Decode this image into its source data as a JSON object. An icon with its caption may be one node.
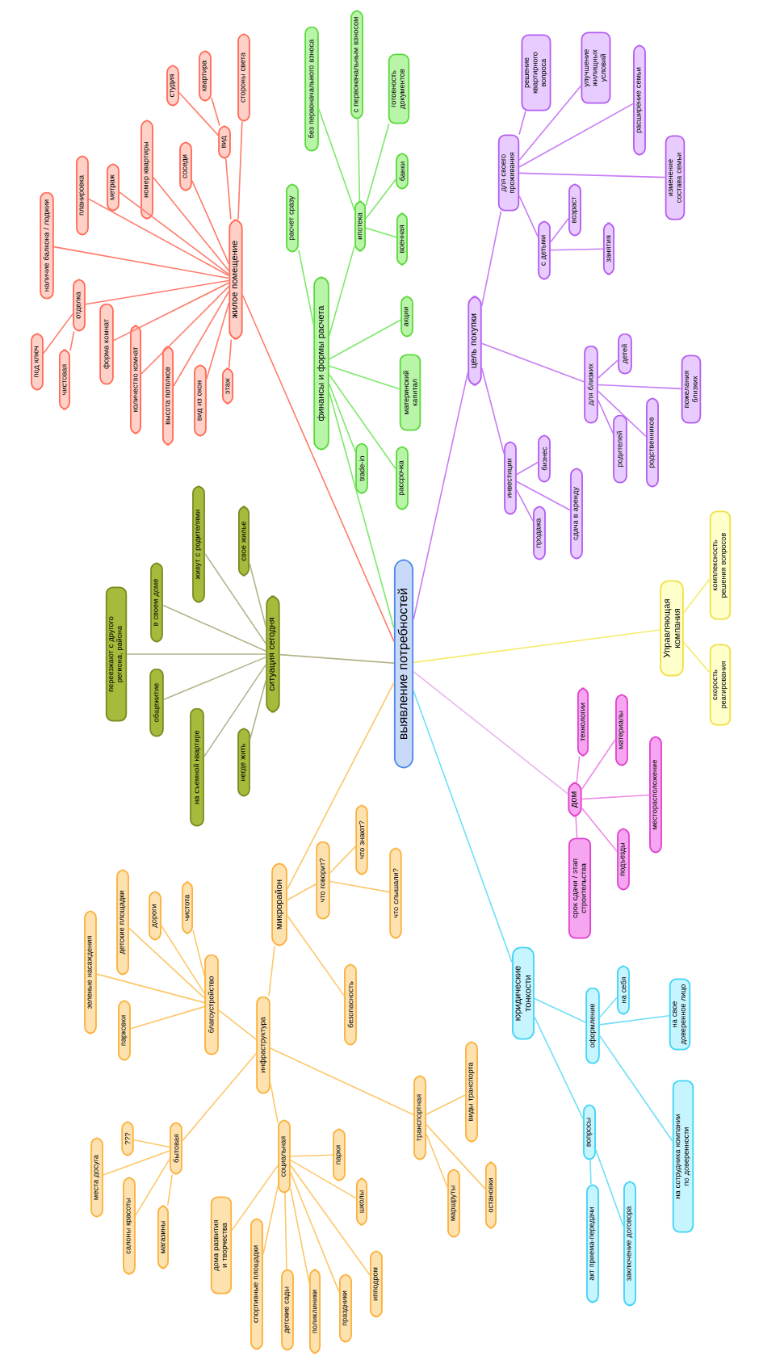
{
  "diagram": {
    "nodes": [
      {
        "text": [
          "выявление потребностей"
        ]
      },
      {
        "text": [
          "жилое помещение"
        ]
      },
      {
        "text": [
          "вид"
        ]
      },
      {
        "text": [
          "студия"
        ]
      },
      {
        "text": [
          "квартира"
        ]
      },
      {
        "text": [
          "стороны света"
        ]
      },
      {
        "text": [
          "соседи"
        ]
      },
      {
        "text": [
          "номер квартиры"
        ]
      },
      {
        "text": [
          "метраж"
        ]
      },
      {
        "text": [
          "планировка"
        ]
      },
      {
        "text": [
          "наличие балкона / лоджии"
        ]
      },
      {
        "text": [
          "отделка"
        ]
      },
      {
        "text": [
          "под ключ"
        ]
      },
      {
        "text": [
          "чистовая"
        ]
      },
      {
        "text": [
          "форма комнат"
        ]
      },
      {
        "text": [
          "количество комнат"
        ]
      },
      {
        "text": [
          "высота потолков"
        ]
      },
      {
        "text": [
          "вид из окон"
        ]
      },
      {
        "text": [
          "этаж"
        ]
      },
      {
        "text": [
          "финансы и формы расчета"
        ]
      },
      {
        "text": [
          "расчет сразу"
        ]
      },
      {
        "text": [
          "ипотека"
        ]
      },
      {
        "text": [
          "без первоначального взноса"
        ]
      },
      {
        "text": [
          "с первоначальным взносом"
        ]
      },
      {
        "text": [
          "готовность документов"
        ]
      },
      {
        "text": [
          "банки"
        ]
      },
      {
        "text": [
          "военная"
        ]
      },
      {
        "text": [
          "акции"
        ]
      },
      {
        "text": [
          "материнский капитал"
        ]
      },
      {
        "text": [
          "рассрочка"
        ]
      },
      {
        "text": [
          "trade-in"
        ]
      },
      {
        "text": [
          "цель покупки"
        ]
      },
      {
        "text": [
          "для своего проживания"
        ]
      },
      {
        "text": [
          "решение квартирного вопроса"
        ]
      },
      {
        "text": [
          "улучшение жилищных условий"
        ]
      },
      {
        "text": [
          "расширение семьи"
        ]
      },
      {
        "text": [
          "изменение состава семьи"
        ]
      },
      {
        "text": [
          "с детьми"
        ]
      },
      {
        "text": [
          "возраст"
        ]
      },
      {
        "text": [
          "занятия"
        ]
      },
      {
        "text": [
          "для близких"
        ]
      },
      {
        "text": [
          "детей"
        ]
      },
      {
        "text": [
          "пожелания близких"
        ]
      },
      {
        "text": [
          "родителей"
        ]
      },
      {
        "text": [
          "родственников"
        ]
      },
      {
        "text": [
          "инвестиции"
        ]
      },
      {
        "text": [
          "бизнес"
        ]
      },
      {
        "text": [
          "продажа"
        ]
      },
      {
        "text": [
          "сдача в аренду"
        ]
      },
      {
        "text": [
          "ситуация сегодня"
        ]
      },
      {
        "text": [
          "свое жилье"
        ]
      },
      {
        "text": [
          "живут с родителями"
        ]
      },
      {
        "text": [
          "в своем доме"
        ]
      },
      {
        "text": [
          "переезжают с другого региона, района"
        ]
      },
      {
        "text": [
          "общежитие"
        ]
      },
      {
        "text": [
          "на съемной квартире"
        ]
      },
      {
        "text": [
          "негде жить"
        ]
      },
      {
        "text": [
          "Управляющая компания"
        ]
      },
      {
        "text": [
          "комплексность решения вопросов"
        ]
      },
      {
        "text": [
          "скорость реагирования"
        ]
      },
      {
        "text": [
          "дом"
        ]
      },
      {
        "text": [
          "технологии"
        ]
      },
      {
        "text": [
          "материалы"
        ]
      },
      {
        "text": [
          "месторасположение"
        ]
      },
      {
        "text": [
          "подъезды"
        ]
      },
      {
        "text": [
          "срок сдачи / этап строительства"
        ]
      },
      {
        "text": [
          "юридические тонкости"
        ]
      },
      {
        "text": [
          "оформление"
        ]
      },
      {
        "text": [
          "на себя"
        ]
      },
      {
        "text": [
          "на свое доверенное лицо"
        ]
      },
      {
        "text": [
          "на сотрудника компании по доверенности"
        ]
      },
      {
        "text": [
          "вопросы"
        ]
      },
      {
        "text": [
          "акт приема-передачи"
        ]
      },
      {
        "text": [
          "заключение договора"
        ]
      },
      {
        "text": [
          "микрорайон"
        ]
      },
      {
        "text": [
          "что говорит?"
        ]
      },
      {
        "text": [
          "что знают?"
        ]
      },
      {
        "text": [
          "что слышали?"
        ]
      },
      {
        "text": [
          "безопасность"
        ]
      },
      {
        "text": [
          "инфраструктура"
        ]
      },
      {
        "text": [
          "благоустройство"
        ]
      },
      {
        "text": [
          "чистота"
        ]
      },
      {
        "text": [
          "дороги"
        ]
      },
      {
        "text": [
          "детские площадки"
        ]
      },
      {
        "text": [
          "зеленые насаждения"
        ]
      },
      {
        "text": [
          "парковки"
        ]
      },
      {
        "text": [
          "бытовая"
        ]
      },
      {
        "text": [
          "???"
        ]
      },
      {
        "text": [
          "места досуга"
        ]
      },
      {
        "text": [
          "салоны красоты"
        ]
      },
      {
        "text": [
          "магазины"
        ]
      },
      {
        "text": [
          "социальная"
        ]
      },
      {
        "text": [
          "парки"
        ]
      },
      {
        "text": [
          "школы"
        ]
      },
      {
        "text": [
          "ипподром"
        ]
      },
      {
        "text": [
          "праздники"
        ]
      },
      {
        "text": [
          "поликлиники"
        ]
      },
      {
        "text": [
          "детские сады"
        ]
      },
      {
        "text": [
          "спортивные площадки"
        ]
      },
      {
        "text": [
          "дома развития и творчества"
        ]
      },
      {
        "text": [
          "транспортная"
        ]
      },
      {
        "text": [
          "виды транспорта"
        ]
      },
      {
        "text": [
          "маршруты"
        ]
      },
      {
        "text": [
          "остановки"
        ]
      }
    ],
    "edges": [
      {
        "from": 0,
        "to": 1,
        "arrow": "none",
        "color": "#ff7b6b"
      },
      {
        "from": 1,
        "to": 2,
        "arrow": "none",
        "color": "#ff7b6b"
      },
      {
        "from": 2,
        "to": 3,
        "arrow": "none",
        "color": "#ff7b6b"
      },
      {
        "from": 2,
        "to": 4,
        "arrow": "none",
        "color": "#ff7b6b"
      },
      {
        "from": 1,
        "to": 5,
        "arrow": "none",
        "color": "#ff7b6b"
      },
      {
        "from": 1,
        "to": 6,
        "arrow": "none",
        "color": "#ff7b6b"
      },
      {
        "from": 1,
        "to": 7,
        "arrow": "none",
        "color": "#ff7b6b"
      },
      {
        "from": 1,
        "to": 8,
        "arrow": "none",
        "color": "#ff7b6b"
      },
      {
        "from": 1,
        "to": 9,
        "arrow": "none",
        "color": "#ff7b6b"
      },
      {
        "from": 1,
        "to": 10,
        "arrow": "none",
        "color": "#ff7b6b"
      },
      {
        "from": 1,
        "to": 11,
        "arrow": "none",
        "color": "#ff7b6b"
      },
      {
        "from": 11,
        "to": 12,
        "arrow": "none",
        "color": "#ff7b6b"
      },
      {
        "from": 11,
        "to": 13,
        "arrow": "none",
        "color": "#ff7b6b"
      },
      {
        "from": 1,
        "to": 14,
        "arrow": "none",
        "color": "#ff7b6b"
      },
      {
        "from": 1,
        "to": 15,
        "arrow": "none",
        "color": "#ff7b6b"
      },
      {
        "from": 1,
        "to": 16,
        "arrow": "none",
        "color": "#ff7b6b"
      },
      {
        "from": 1,
        "to": 17,
        "arrow": "none",
        "color": "#ff7b6b"
      },
      {
        "from": 1,
        "to": 18,
        "arrow": "none",
        "color": "#ff7b6b"
      },
      {
        "from": 0,
        "to": 19,
        "arrow": "none",
        "color": "#7de86a"
      },
      {
        "from": 19,
        "to": 20,
        "arrow": "none",
        "color": "#7de86a"
      },
      {
        "from": 19,
        "to": 21,
        "arrow": "none",
        "color": "#7de86a"
      },
      {
        "from": 21,
        "to": 22,
        "arrow": "none",
        "color": "#7de86a"
      },
      {
        "from": 21,
        "to": 23,
        "arrow": "none",
        "color": "#7de86a"
      },
      {
        "from": 21,
        "to": 24,
        "arrow": "none",
        "color": "#7de86a"
      },
      {
        "from": 21,
        "to": 25,
        "arrow": "none",
        "color": "#7de86a"
      },
      {
        "from": 21,
        "to": 26,
        "arrow": "none",
        "color": "#7de86a"
      },
      {
        "from": 19,
        "to": 27,
        "arrow": "none",
        "color": "#7de86a"
      },
      {
        "from": 19,
        "to": 28,
        "arrow": "none",
        "color": "#7de86a"
      },
      {
        "from": 19,
        "to": 29,
        "arrow": "none",
        "color": "#7de86a"
      },
      {
        "from": 19,
        "to": 30,
        "arrow": "none",
        "color": "#7de86a"
      },
      {
        "from": 0,
        "to": 31,
        "arrow": "none",
        "color": "#c77cf5"
      },
      {
        "from": 31,
        "to": 32,
        "arrow": "none",
        "color": "#c77cf5"
      },
      {
        "from": 32,
        "to": 33,
        "arrow": "none",
        "color": "#c77cf5"
      },
      {
        "from": 32,
        "to": 34,
        "arrow": "none",
        "color": "#c77cf5"
      },
      {
        "from": 32,
        "to": 35,
        "arrow": "none",
        "color": "#c77cf5"
      },
      {
        "from": 32,
        "to": 36,
        "arrow": "none",
        "color": "#c77cf5"
      },
      {
        "from": 32,
        "to": 37,
        "arrow": "none",
        "color": "#c77cf5"
      },
      {
        "from": 37,
        "to": 38,
        "arrow": "none",
        "color": "#c77cf5"
      },
      {
        "from": 37,
        "to": 39,
        "arrow": "none",
        "color": "#c77cf5"
      },
      {
        "from": 31,
        "to": 40,
        "arrow": "none",
        "color": "#c77cf5"
      },
      {
        "from": 40,
        "to": 41,
        "arrow": "none",
        "color": "#c77cf5"
      },
      {
        "from": 40,
        "to": 42,
        "arrow": "none",
        "color": "#c77cf5"
      },
      {
        "from": 40,
        "to": 43,
        "arrow": "none",
        "color": "#c77cf5"
      },
      {
        "from": 40,
        "to": 44,
        "arrow": "none",
        "color": "#c77cf5"
      },
      {
        "from": 31,
        "to": 45,
        "arrow": "none",
        "color": "#c77cf5"
      },
      {
        "from": 45,
        "to": 46,
        "arrow": "none",
        "color": "#c77cf5"
      },
      {
        "from": 45,
        "to": 47,
        "arrow": "none",
        "color": "#c77cf5"
      },
      {
        "from": 45,
        "to": 48,
        "arrow": "none",
        "color": "#c77cf5"
      },
      {
        "from": 0,
        "to": 49,
        "arrow": "none",
        "color": "#b5b38a"
      },
      {
        "from": 49,
        "to": 50,
        "arrow": "none",
        "color": "#b5b38a"
      },
      {
        "from": 49,
        "to": 51,
        "arrow": "none",
        "color": "#b5b38a"
      },
      {
        "from": 49,
        "to": 52,
        "arrow": "none",
        "color": "#b5b38a"
      },
      {
        "from": 49,
        "to": 53,
        "arrow": "none",
        "color": "#b5b38a"
      },
      {
        "from": 49,
        "to": 54,
        "arrow": "none",
        "color": "#b5b38a"
      },
      {
        "from": 49,
        "to": 55,
        "arrow": "none",
        "color": "#b5b38a"
      },
      {
        "from": 49,
        "to": 56,
        "arrow": "none",
        "color": "#b5b38a"
      },
      {
        "from": 0,
        "to": 57,
        "arrow": "none",
        "color": "#f5ec6a"
      },
      {
        "from": 57,
        "to": 58,
        "arrow": "none",
        "color": "#f5ec6a"
      },
      {
        "from": 57,
        "to": 59,
        "arrow": "none",
        "color": "#f5ec6a"
      },
      {
        "from": 0,
        "to": 60,
        "arrow": "none",
        "color": "#eab4ee"
      },
      {
        "from": 60,
        "to": 61,
        "arrow": "none",
        "color": "#ee8ae6"
      },
      {
        "from": 60,
        "to": 62,
        "arrow": "none",
        "color": "#ee8ae6"
      },
      {
        "from": 60,
        "to": 63,
        "arrow": "none",
        "color": "#ee8ae6"
      },
      {
        "from": 60,
        "to": 64,
        "arrow": "none",
        "color": "#ee8ae6"
      },
      {
        "from": 60,
        "to": 65,
        "arrow": "none",
        "color": "#ee8ae6"
      },
      {
        "from": 0,
        "to": 66,
        "arrow": "none",
        "color": "#6fe0f7"
      },
      {
        "from": 66,
        "to": 67,
        "arrow": "none",
        "color": "#6fe0f7"
      },
      {
        "from": 67,
        "to": 68,
        "arrow": "none",
        "color": "#6fe0f7"
      },
      {
        "from": 67,
        "to": 69,
        "arrow": "none",
        "color": "#6fe0f7"
      },
      {
        "from": 67,
        "to": 70,
        "arrow": "none",
        "color": "#6fe0f7"
      },
      {
        "from": 66,
        "to": 71,
        "arrow": "none",
        "color": "#6fe0f7"
      },
      {
        "from": 71,
        "to": 72,
        "arrow": "none",
        "color": "#6fe0f7"
      },
      {
        "from": 71,
        "to": 73,
        "arrow": "none",
        "color": "#6fe0f7"
      },
      {
        "from": 0,
        "to": 74,
        "arrow": "none",
        "color": "#fdc76a"
      },
      {
        "from": 74,
        "to": 75,
        "arrow": "none",
        "color": "#fdc76a"
      },
      {
        "from": 75,
        "to": 76,
        "arrow": "none",
        "color": "#fdc76a"
      },
      {
        "from": 75,
        "to": 77,
        "arrow": "none",
        "color": "#fdc76a"
      },
      {
        "from": 74,
        "to": 78,
        "arrow": "none",
        "color": "#fdc76a"
      },
      {
        "from": 74,
        "to": 79,
        "arrow": "none",
        "color": "#fdc76a"
      },
      {
        "from": 79,
        "to": 80,
        "arrow": "none",
        "color": "#fdc76a"
      },
      {
        "from": 80,
        "to": 81,
        "arrow": "none",
        "color": "#fdc76a"
      },
      {
        "from": 80,
        "to": 82,
        "arrow": "none",
        "color": "#fdc76a"
      },
      {
        "from": 80,
        "to": 83,
        "arrow": "none",
        "color": "#fdc76a"
      },
      {
        "from": 80,
        "to": 84,
        "arrow": "none",
        "color": "#fdc76a"
      },
      {
        "from": 80,
        "to": 85,
        "arrow": "none",
        "color": "#fdc76a"
      },
      {
        "from": 79,
        "to": 86,
        "arrow": "none",
        "color": "#fdc76a"
      },
      {
        "from": 86,
        "to": 87,
        "arrow": "none",
        "color": "#fdc76a"
      },
      {
        "from": 86,
        "to": 88,
        "arrow": "none",
        "color": "#fdc76a"
      },
      {
        "from": 86,
        "to": 89,
        "arrow": "none",
        "color": "#fdc76a"
      },
      {
        "from": 86,
        "to": 90,
        "arrow": "none",
        "color": "#fdc76a"
      },
      {
        "from": 79,
        "to": 91,
        "arrow": "none",
        "color": "#fdc76a"
      },
      {
        "from": 91,
        "to": 92,
        "arrow": "none",
        "color": "#fdc76a"
      },
      {
        "from": 91,
        "to": 93,
        "arrow": "none",
        "color": "#fdc76a"
      },
      {
        "from": 91,
        "to": 94,
        "arrow": "none",
        "color": "#fdc76a"
      },
      {
        "from": 91,
        "to": 95,
        "arrow": "none",
        "color": "#fdc76a"
      },
      {
        "from": 91,
        "to": 96,
        "arrow": "none",
        "color": "#fdc76a"
      },
      {
        "from": 91,
        "to": 97,
        "arrow": "none",
        "color": "#fdc76a"
      },
      {
        "from": 91,
        "to": 98,
        "arrow": "none",
        "color": "#fdc76a"
      },
      {
        "from": 91,
        "to": 99,
        "arrow": "none",
        "color": "#fdc76a"
      },
      {
        "from": 79,
        "to": 100,
        "arrow": "none",
        "color": "#fdc76a"
      },
      {
        "from": 100,
        "to": 101,
        "arrow": "none",
        "color": "#fdc76a"
      },
      {
        "from": 100,
        "to": 102,
        "arrow": "none",
        "color": "#fdc76a"
      },
      {
        "from": 100,
        "to": 103,
        "arrow": "none",
        "color": "#fdc76a"
      }
    ]
  }
}
